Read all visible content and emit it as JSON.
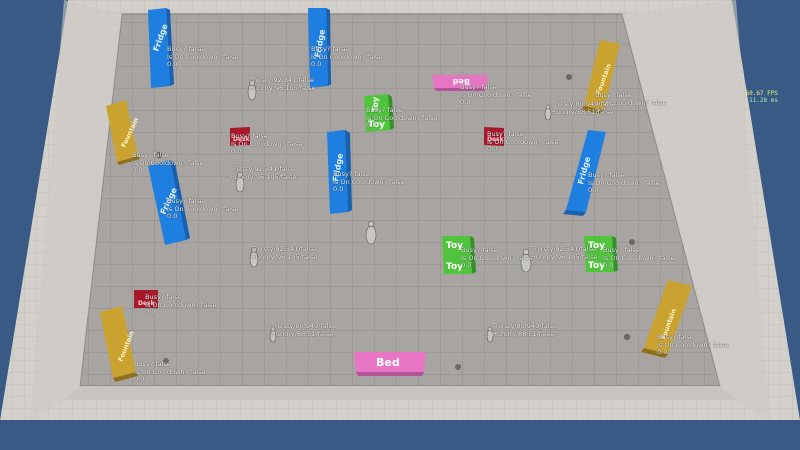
{
  "hud": {
    "fps": "60.67 FPS",
    "frame_time": "11.28 ms"
  },
  "colors": {
    "sky": "#3a5a86",
    "floor": "#a8a4a1",
    "grid": "#8f8b88",
    "wall_top": "#d8d6d2",
    "wall_side": "#b4b0ab",
    "fridge": "#1f7fe0",
    "fountain": "#c9a230",
    "toy": "#4fc43c",
    "desk": "#a8192c",
    "bed": "#e874c4"
  },
  "objects": {
    "fridges": [
      {
        "label": "Fridge"
      },
      {
        "label": "Fridge"
      },
      {
        "label": "Fridge"
      },
      {
        "label": "Fridge"
      },
      {
        "label": "Fridge"
      }
    ],
    "fountains": [
      {
        "label": "Fountain"
      },
      {
        "label": "Fountain"
      },
      {
        "label": "Fountain"
      },
      {
        "label": "Fountain"
      }
    ],
    "toys": [
      {
        "label": "Toy"
      },
      {
        "label": "Toy"
      },
      {
        "label": "Toy"
      }
    ],
    "desks": [
      {
        "label": "Desk"
      },
      {
        "label": "Desk"
      },
      {
        "label": "Desk"
      }
    ],
    "beds": [
      {
        "label": "Bed"
      },
      {
        "label": "Bed"
      }
    ]
  },
  "debug_object": [
    {
      "busy": "Busy? false",
      "cooldown": "Is On Cooldown? false",
      "value": "0.0"
    },
    {
      "busy": "Busy? false",
      "cooldown": "Is On Cooldown? false",
      "value": "0.0"
    },
    {
      "busy": "Busy? false",
      "cooldown": "Is On Cooldown? false",
      "value": "0.0"
    },
    {
      "busy": "Busy? false",
      "cooldown": "Is On Cooldown? false",
      "value": "0.0"
    },
    {
      "busy": "Busy? false",
      "cooldown": "Is On Cooldown? false",
      "value": "0.0"
    },
    {
      "busy": "Busy? false",
      "cooldown": "Is On Cooldown? false",
      "value": "0.0"
    },
    {
      "busy": "Busy? false",
      "cooldown": "Is On Cooldown? false",
      "value": "0.0"
    },
    {
      "busy": "Busy? false",
      "cooldown": "Is On Cooldown? false",
      "value": "0.0"
    },
    {
      "busy": "Busy? false",
      "cooldown": "Is On Cooldown? false",
      "value": "0.0"
    },
    {
      "busy": "Busy? false",
      "cooldown": "Is On Cooldown? false",
      "value": "0.0"
    },
    {
      "busy": "Busy? false",
      "cooldown": "Is On Cooldown? false",
      "value": "0.0"
    },
    {
      "busy": "Busy? false",
      "cooldown": "Is On Cooldown? false",
      "value": "0.0"
    },
    {
      "busy": "Busy? false",
      "cooldown": "Is On Cooldown? false",
      "value": "0.0"
    },
    {
      "busy": "Busy? false",
      "cooldown": "Is On Cooldown? false",
      "value": "0.0"
    },
    {
      "busy": "Busy? false",
      "cooldown": "Is On Cooldown? false",
      "value": "0.0"
    },
    {
      "busy": "Busy? false",
      "cooldown": "Is On Cooldown? false",
      "value": "0.0"
    }
  ],
  "debug_agent": [
    {
      "thirsty": "Thirsty/92.341/false",
      "hungry": "Hungry/96.105/false"
    },
    {
      "thirsty": "Thirsty/92.341/false",
      "hungry": "Hungry/96.105/false"
    },
    {
      "thirsty": "Thirsty/92.341/false",
      "hungry": "Hungry/96.105/false"
    },
    {
      "thirsty": "Thirsty/92.341/false",
      "hungry": "Hungry/96.105/false"
    },
    {
      "thirsty": "Thirsty/80.949/false",
      "hungry": "Hungry/88.51/false"
    },
    {
      "thirsty": "Thirsty/80.949/false",
      "hungry": "Hungry/88.51/false"
    },
    {
      "thirsty": "Thirsty/80.949/false",
      "hungry": "Hungry/88.51/false"
    }
  ]
}
